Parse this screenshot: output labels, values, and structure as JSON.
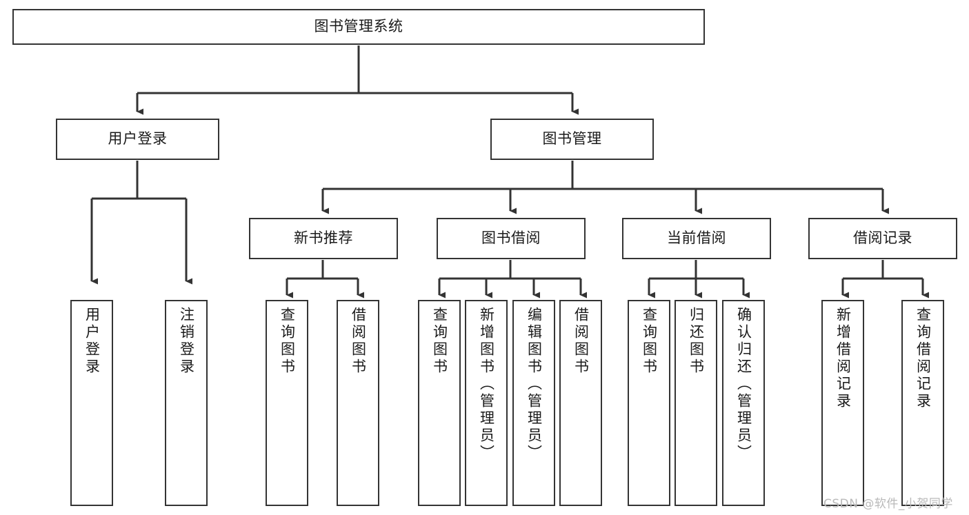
{
  "diagram": {
    "type": "tree-hierarchy",
    "title": "图书管理系统",
    "orientation": "top-down",
    "line_color": "#333333",
    "box_fill": "#ffffff",
    "text_color": "#1a1a1a",
    "levels": 4
  },
  "nodes": {
    "root": {
      "label": "图书管理系统"
    },
    "level2": [
      {
        "id": "user-login",
        "label": "用户登录"
      },
      {
        "id": "book-manage",
        "label": "图书管理"
      }
    ],
    "level3": [
      {
        "id": "new-book-recommend",
        "label": "新书推荐"
      },
      {
        "id": "book-borrow",
        "label": "图书借阅"
      },
      {
        "id": "current-borrow",
        "label": "当前借阅"
      },
      {
        "id": "borrow-record",
        "label": "借阅记录"
      }
    ],
    "leaves": {
      "user_login": [
        {
          "id": "leaf-user-login",
          "label": "用户登录"
        },
        {
          "id": "leaf-logout-login",
          "label": "注销登录"
        }
      ],
      "new_book_recommend": [
        {
          "id": "leaf-query-book-1",
          "label": "查询图书"
        },
        {
          "id": "leaf-borrow-book-1",
          "label": "借阅图书"
        }
      ],
      "book_borrow": [
        {
          "id": "leaf-query-book-2",
          "label": "查询图书"
        },
        {
          "id": "leaf-add-book",
          "label": "新增图书（管理员）"
        },
        {
          "id": "leaf-edit-book",
          "label": "编辑图书（管理员）"
        },
        {
          "id": "leaf-borrow-book-2",
          "label": "借阅图书"
        }
      ],
      "current_borrow": [
        {
          "id": "leaf-query-book-3",
          "label": "查询图书"
        },
        {
          "id": "leaf-return-book",
          "label": "归还图书"
        },
        {
          "id": "leaf-confirm-return",
          "label": "确认归还（管理员）"
        }
      ],
      "borrow_record": [
        {
          "id": "leaf-add-borrow-record",
          "label": "新增借阅记录"
        },
        {
          "id": "leaf-query-borrow-record",
          "label": "查询借阅记录"
        }
      ]
    }
  },
  "watermark": {
    "text": "CSDN @软件_小贺同学"
  }
}
